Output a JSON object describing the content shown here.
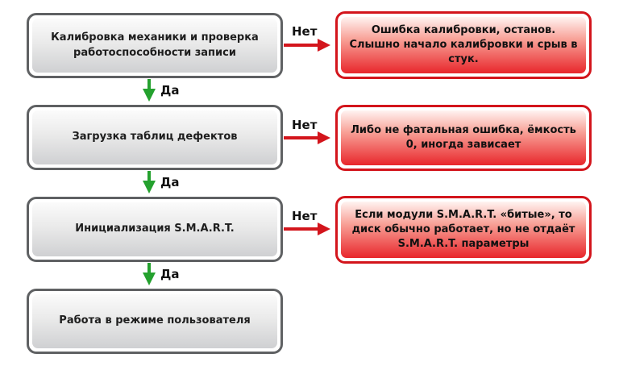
{
  "steps": [
    {
      "text": "Калибровка механики и проверка работоспособности записи"
    },
    {
      "text": "Загрузка таблиц дефектов"
    },
    {
      "text": "Инициализация S.M.A.R.T."
    },
    {
      "text": "Работа в режиме пользователя"
    }
  ],
  "errors": [
    {
      "text": "Ошибка калибровки,  останов. Слышно начало калибровки и срыв в стук."
    },
    {
      "text": "Либо не фатальная ошибка, ёмкость 0, иногда зависает"
    },
    {
      "text": "Если модули S.M.A.R.T. «битые», то диск обычно работает, но не отдаёт S.M.A.R.T. параметры"
    }
  ],
  "labels": {
    "yes": "Да",
    "no": "Нет"
  },
  "colors": {
    "step_border": "#5f6163",
    "error_border": "#d3151c",
    "yes_arrow": "#24a12e",
    "no_arrow": "#d3151c"
  }
}
